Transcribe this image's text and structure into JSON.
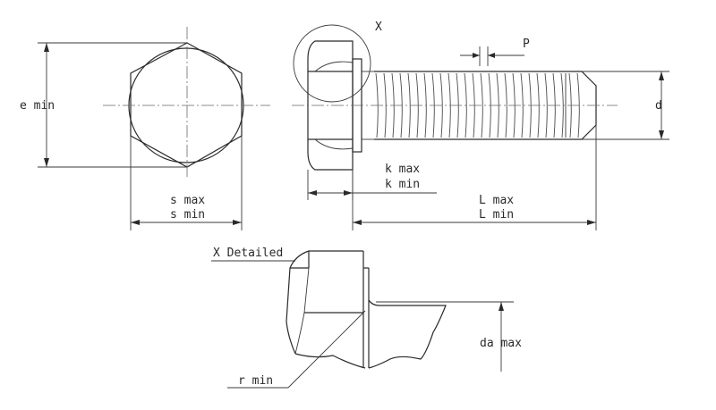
{
  "labels": {
    "x_mark": "X",
    "pitch": "P",
    "e_min": "e min",
    "d": "d",
    "k_max": "k max",
    "k_min": "k min",
    "s_max": "s max",
    "s_min": "s min",
    "L_max": "L max",
    "L_min": "L min",
    "x_detailed": "X Detailed",
    "da_max": "da max",
    "r_min": "r min"
  },
  "colors": {
    "line": "#2a2a2a",
    "background": "#ffffff"
  }
}
